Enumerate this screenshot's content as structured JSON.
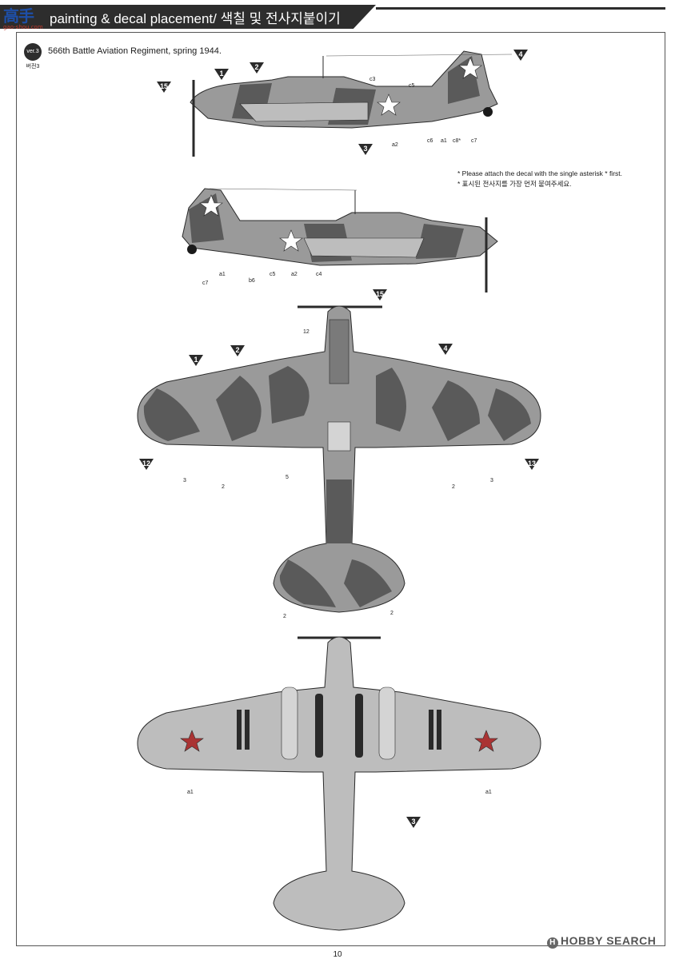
{
  "header": {
    "logo_main": "高手",
    "logo_sub": "gao-shou.com",
    "title": "painting & decal placement/ 색칠 및 전사지붙이기"
  },
  "version": {
    "badge": "ver.3",
    "sub": "버전3"
  },
  "scheme_title": "566th Battle Aviation Regiment, spring 1944.",
  "notes": [
    "* Please attach the decal with the single asterisk * first.",
    "* 표시된 전사지를 가장 먼저 붙여주세요."
  ],
  "side_view_left": {
    "callouts": [
      "1",
      "2",
      "3",
      "4",
      "15"
    ],
    "labels": [
      "c3",
      "c5",
      "a2",
      "c6",
      "a1",
      "c8*",
      "c7"
    ]
  },
  "side_view_right": {
    "labels": [
      "c7",
      "a1",
      "b6",
      "c5",
      "a2",
      "c4"
    ]
  },
  "top_view": {
    "callouts": [
      "15",
      "1",
      "2",
      "4",
      "12",
      "13"
    ],
    "labels": [
      "12",
      "3",
      "2",
      "5",
      "2",
      "3",
      "2",
      "2"
    ]
  },
  "bottom_view": {
    "callouts": [
      "3"
    ],
    "labels": [
      "a1",
      "a1"
    ]
  },
  "colors": {
    "camo_light": "#9a9a9a",
    "camo_dark": "#5a5a5a",
    "underside": "#bdbdbd",
    "outline": "#2a2a2a"
  },
  "page_number": "10",
  "watermark": "HOBBY SEARCH"
}
